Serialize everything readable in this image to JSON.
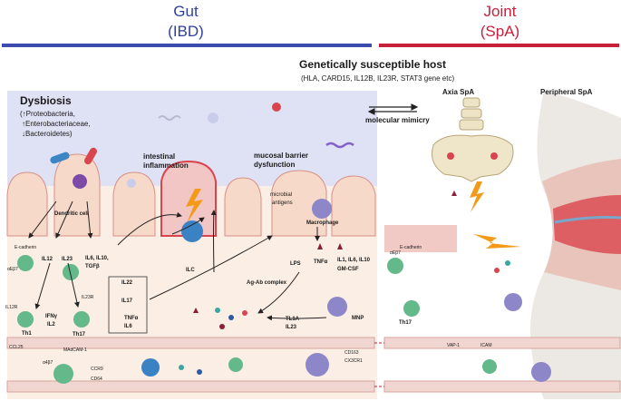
{
  "headers": {
    "gut_line1": "Gut",
    "gut_line2": "(IBD)",
    "joint_line1": "Joint",
    "joint_line2": "(SpA)",
    "gut_color": "#3b4bb0",
    "joint_color": "#c8203a"
  },
  "host": {
    "title": "Genetically susceptible host",
    "genes": "(HLA, CARD15, IL12B, IL23R, STAT3 gene etc)",
    "mimicry": "molecular mimicry"
  },
  "dysbiosis": {
    "title": "Dysbiosis",
    "line1": "(↑Proteobacteria,",
    "line2": "↑Enterobacteriaceae,",
    "line3": "↓Bacteroidetes)"
  },
  "gut_labels": {
    "intestinal_1": "intestinal",
    "intestinal_2": "inflammation",
    "barrier_1": "mucosal barrier",
    "barrier_2": "dysfunction",
    "microbial_1": "microbial",
    "microbial_2": "antigens",
    "dendritic": "Dendritic cell",
    "macrophage": "Macrophage",
    "ecadherin": "E-cadherin",
    "aeb7": "αEβ7",
    "il12": "IL12",
    "il23": "IL23",
    "il6group_1": "IL6, IL10,",
    "il6group_2": "TGFβ",
    "il22": "IL22",
    "il17": "IL17",
    "tnfa_il6_1": "TNFα",
    "tnfa_il6_2": "IL6",
    "ilc": "ILC",
    "lps": "LPS",
    "tnfa": "TNFα",
    "il1group_1": "IL1, IL6, IL10",
    "il1group_2": "GM-CSF",
    "agab": "Ag-Ab complex",
    "tl1a_1": "TL1A",
    "tl1a_2": "IL23",
    "mnp": "MNP",
    "il12r": "IL12R",
    "th1": "Th1",
    "ifng_1": "IFNγ",
    "ifng_2": "IL2",
    "th17": "Th17",
    "il23r": "IL23R",
    "ccl25": "CCL25",
    "madcam": "MAdCAM-1",
    "a4b7": "α4β7",
    "ccr9": "CCR9",
    "cd64": "CD64",
    "cd163": "CD163",
    "cx3cr1": "CX3CR1"
  },
  "joint_labels": {
    "axial": "Axia SpA",
    "peripheral": "Peripheral SpA",
    "ecadherin": "E-cadherin",
    "aeb7": "αEβ7",
    "th17": "Th17",
    "vap1": "VAP-1",
    "icam": "ICAM"
  }
}
